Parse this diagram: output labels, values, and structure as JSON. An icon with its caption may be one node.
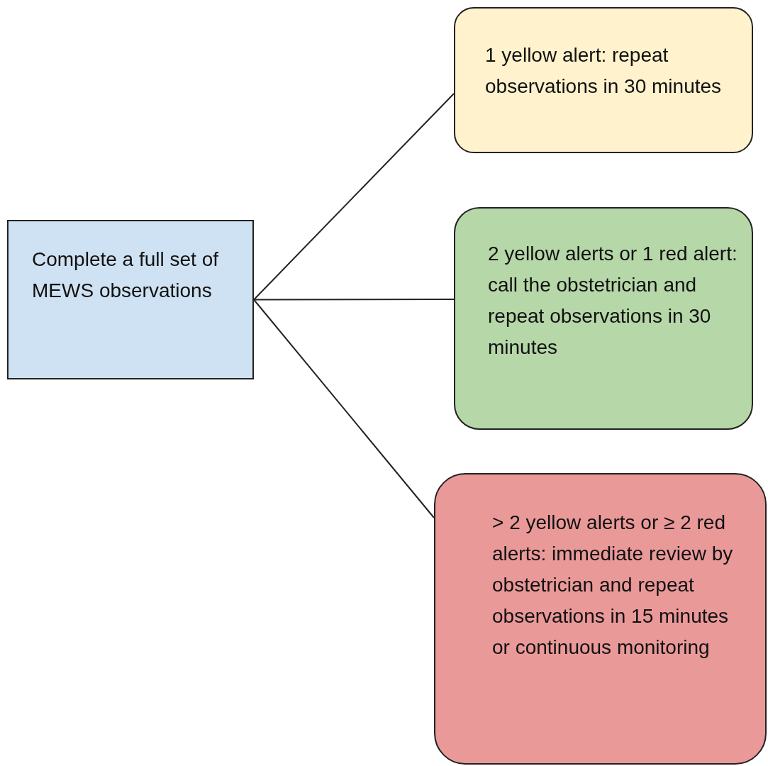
{
  "diagram": {
    "nodes": [
      {
        "text": [
          "Complete a full set of MEWS observations"
        ]
      },
      {
        "text": [
          "1 yellow alert: repeat observations in 30 minutes"
        ]
      },
      {
        "text": [
          "2 yellow alerts or 1 red alert: call the obstetrician and repeat observations in 30 minutes"
        ]
      },
      {
        "text": [
          "> 2 yellow alerts or ≥ 2 red alerts: immediate review by obstetrician and repeat observations in 15 minutes or continuous monitoring"
        ]
      }
    ],
    "edges": [
      {
        "from": 0,
        "to": 1,
        "arrow": "none"
      },
      {
        "from": 0,
        "to": 2,
        "arrow": "none"
      },
      {
        "from": 0,
        "to": 3,
        "arrow": "none"
      }
    ]
  }
}
